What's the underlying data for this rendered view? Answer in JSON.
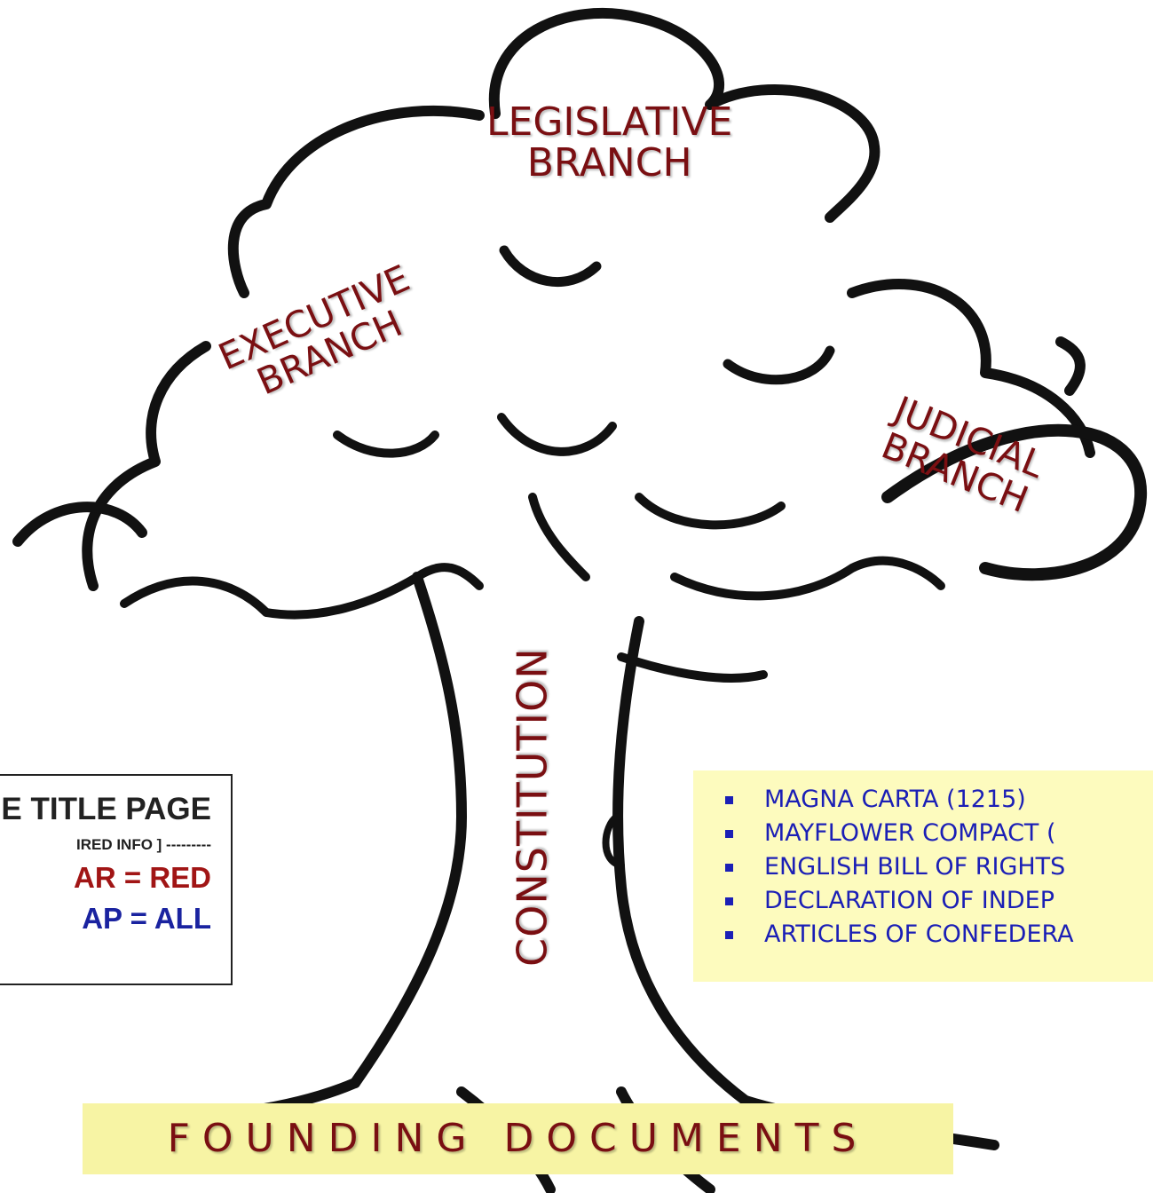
{
  "branches": {
    "legislative": [
      "LEGISLATIVE",
      "BRANCH"
    ],
    "executive": [
      "EXECUTIVE",
      "BRANCH"
    ],
    "judicial": [
      "JUDICIAL",
      "BRANCH"
    ]
  },
  "trunk_label": "CONSTITUTION",
  "info_box": {
    "line1": "E TITLE PAGE",
    "line2": "IRED INFO ] ---------",
    "line3": "AR = RED",
    "line4": "AP = ALL"
  },
  "documents": [
    "MAGNA CARTA (1215)",
    "MAYFLOWER COMPACT (",
    "ENGLISH BILL OF RIGHTS",
    "DECLARATION OF INDEP",
    "ARTICLES OF CONFEDERA"
  ],
  "footer": "FOUNDING DOCUMENTS",
  "colors": {
    "label_red": "#7a0f12",
    "list_blue": "#1b1fb6",
    "info_red": "#a11515",
    "info_blue": "#1a23a0",
    "list_bg": "#fdfbbe",
    "footer_bg": "#f7f4a4",
    "outline": "#111111"
  }
}
